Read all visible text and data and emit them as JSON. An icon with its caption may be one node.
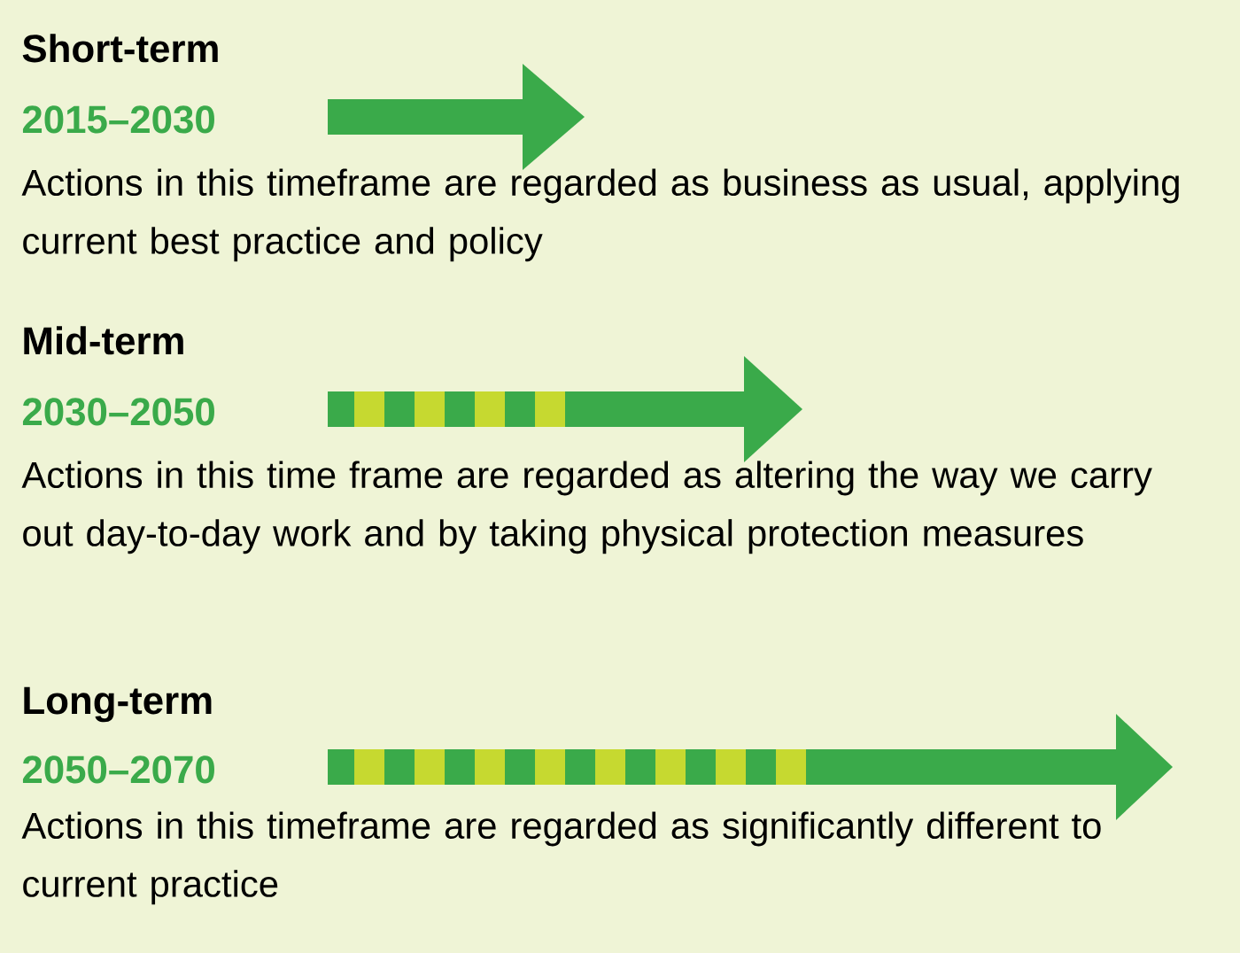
{
  "diagram": {
    "labels": [
      "Short-term",
      "2015–2030",
      "Actions in this timeframe are regarded as business as usual, applying current best practice and policy",
      "Mid-term",
      "2030–2050",
      "Actions in this time frame are regarded as altering the way we carry out day-to-day work and by taking physical protection measures",
      "Long-term",
      "2050–2070",
      "Actions in this timeframe are regarded as significantly different to current practice"
    ]
  }
}
